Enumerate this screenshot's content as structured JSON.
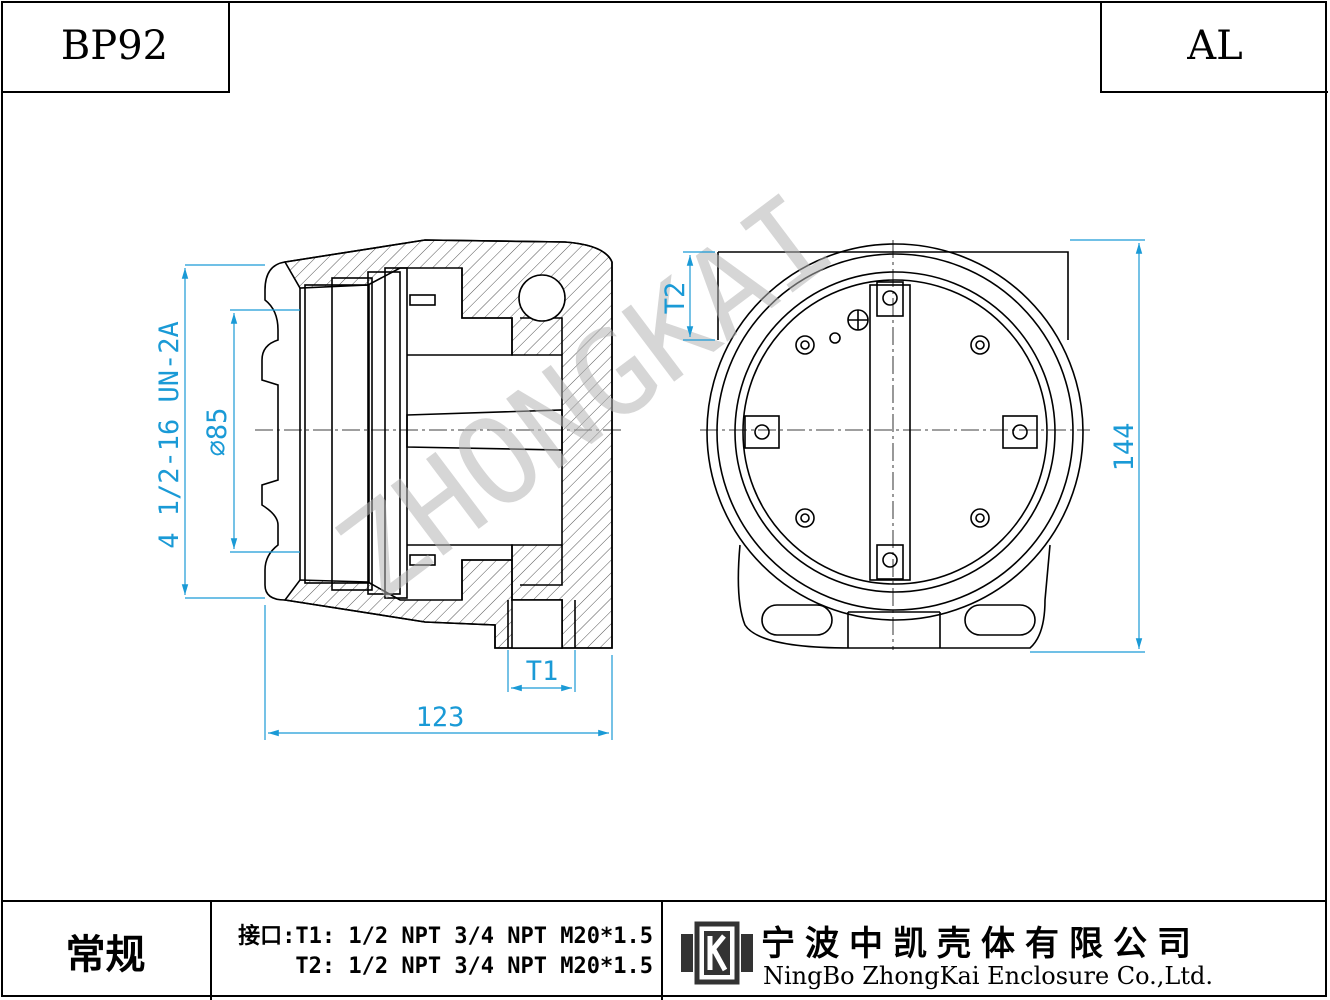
{
  "header": {
    "model": "BP92",
    "material": "AL"
  },
  "dimensions": {
    "thread": "4 1/2-16 UN-2A",
    "diameter": "⌀85",
    "length": "123",
    "height": "144",
    "port_t1": "T1",
    "port_t2": "T2"
  },
  "watermark": "ZHONGKAI",
  "footer": {
    "type": "常规",
    "ports_line1": "接口:T1: 1/2 NPT 3/4 NPT M20*1.5",
    "ports_line2": "T2: 1/2 NPT 3/4 NPT M20*1.5",
    "company_cn": "宁波中凯壳体有限公司",
    "company_en": "NingBo ZhongKai Enclosure Co.,Ltd."
  },
  "colors": {
    "dimension": "#1a9ad6",
    "line": "#000000",
    "hatch": "#555555",
    "watermark": "#b4b4b4"
  },
  "icons": {
    "logo": "zhongkai-k-logo-icon"
  }
}
